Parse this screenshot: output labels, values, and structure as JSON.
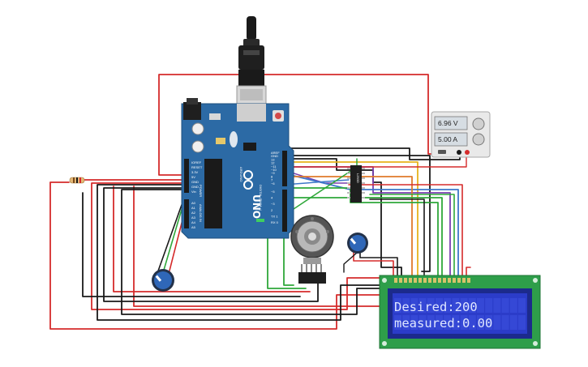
{
  "power_supply": {
    "voltage": "6.96 V",
    "current": "5.00 A"
  },
  "lcd": {
    "line1": "Desired:200",
    "line2": "measured:0.00"
  },
  "arduino": {
    "brand": "UNO",
    "maker": "ARDUINO",
    "digital_label": "DIGITAL (PWM ~)",
    "power_label": "POWER",
    "analog_label": "ANALOG IN",
    "power_pins": [
      "IOREF",
      "RESET",
      "3.3V",
      "5V",
      "GND",
      "GND",
      "Vin"
    ],
    "analog_pins": [
      "A0",
      "A1",
      "A2",
      "A3",
      "A4",
      "A5"
    ],
    "digital_pins": [
      "AREF",
      "GND",
      "13",
      "12",
      "~11",
      "~10",
      "~9",
      "8",
      "7",
      "~6",
      "~5",
      "4",
      "~3",
      "2",
      "TX 1",
      "RX 0"
    ]
  },
  "driver_chip": {
    "label": "L293D"
  },
  "colors": {
    "arduino_board": "#2c6aa5",
    "lcd_board": "#2e9e4a",
    "lcd_screen": "#2b3cc9",
    "wire_red": "#d52b2b",
    "wire_black": "#1a1a1a",
    "wire_green": "#2fa83a",
    "wire_yellow": "#e7b21c",
    "wire_purple": "#7a3fb0",
    "wire_blue": "#3d77c9",
    "wire_orange": "#e07a2a"
  }
}
